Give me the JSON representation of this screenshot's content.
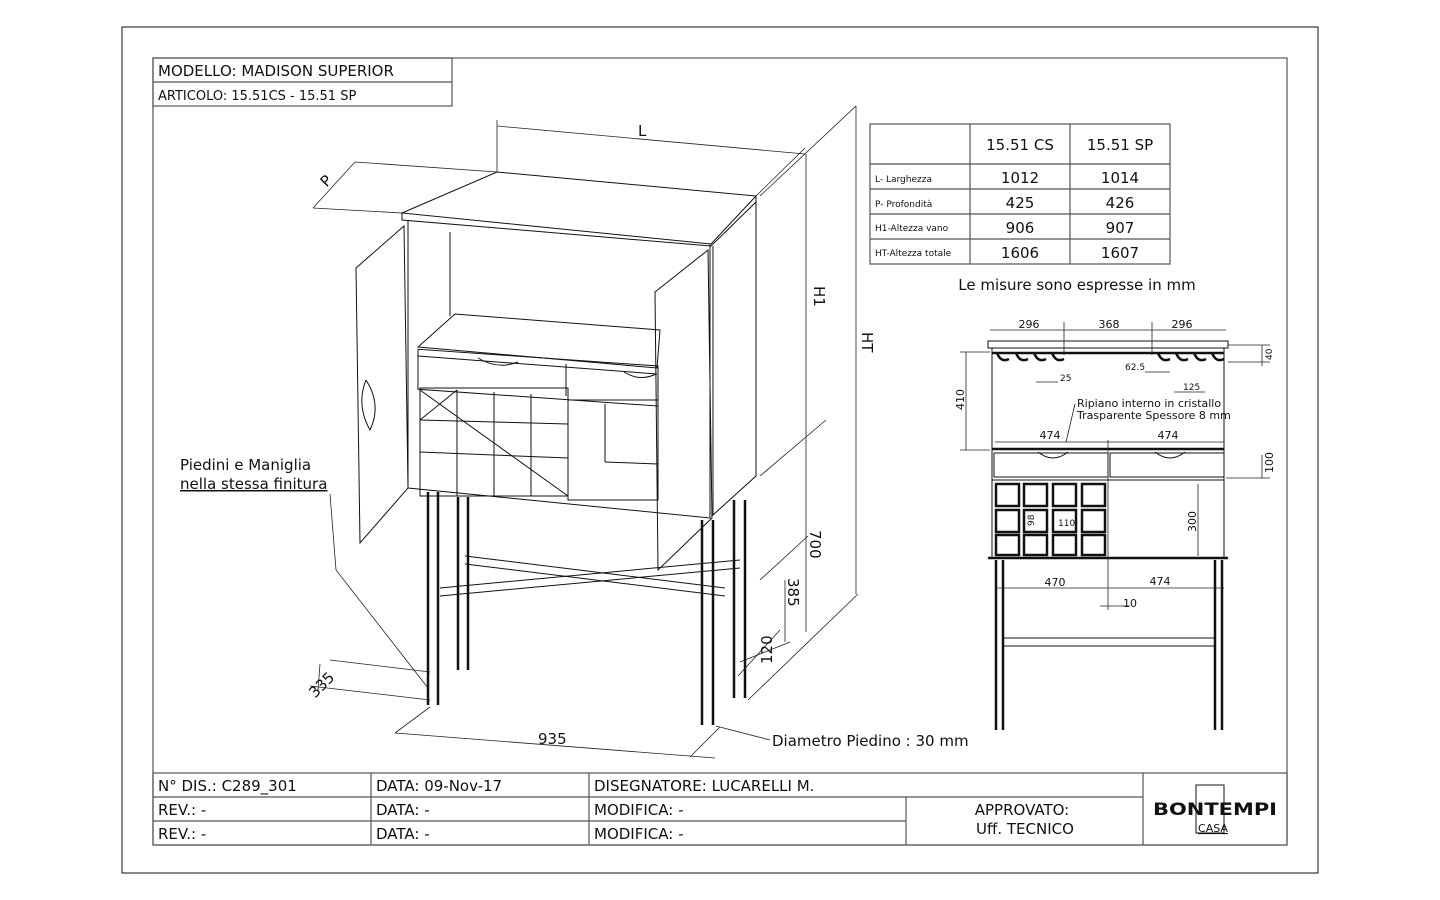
{
  "title_block": {
    "model": "MODELLO: MADISON SUPERIOR",
    "article": "ARTICOLO:  15.51CS - 15.51 SP"
  },
  "dimensions_table": {
    "headers": [
      "",
      "15.51 CS",
      "15.51 SP"
    ],
    "rows": [
      {
        "label": "L- Larghezza",
        "cs": "1012",
        "sp": "1014"
      },
      {
        "label": "P- Profondità",
        "cs": "425",
        "sp": "426"
      },
      {
        "label": "H1-Altezza vano",
        "cs": "906",
        "sp": "907"
      },
      {
        "label": "HT-Altezza totale",
        "cs": "1606",
        "sp": "1607"
      }
    ],
    "note": "Le misure sono espresse in mm"
  },
  "iso_view": {
    "dim_L": "L",
    "dim_P": "P",
    "dim_H1": "H1",
    "dim_HT": "HT",
    "dim_700": "700",
    "dim_385": "385",
    "dim_120": "120",
    "dim_335": "335",
    "dim_935": "935",
    "note_finish_1": "Piedini e Maniglia",
    "note_finish_2": "nella stessa finitura",
    "note_leg": "Diametro Piedino : 30 mm"
  },
  "front_view": {
    "d296a": "296",
    "d368": "368",
    "d296b": "296",
    "d40": "40",
    "d410": "410",
    "d25": "25",
    "d62": "62.5",
    "d125": "125",
    "glass_1": "Ripiano interno in cristallo",
    "glass_2": "Trasparente  Spessore  8 mm",
    "d474a": "474",
    "d474b": "474",
    "d100": "100",
    "d300": "300",
    "d98": "98",
    "d110": "110",
    "d470": "470",
    "d474c": "474",
    "d10": "10"
  },
  "footer": {
    "dis": "N° DIS.: C289_301",
    "date": "DATA: 09-Nov-17",
    "designer": "DISEGNATORE: LUCARELLI M.",
    "rev1": "REV.: -",
    "data1": "DATA: -",
    "mod1": "MODIFICA: -",
    "rev2": "REV.: -",
    "data2": "DATA: -",
    "mod2": "MODIFICA: -",
    "approved": "APPROVATO:",
    "approved_by": "Uff. TECNICO",
    "logo_main": "BONTEMPI",
    "logo_sub": "CASA"
  }
}
